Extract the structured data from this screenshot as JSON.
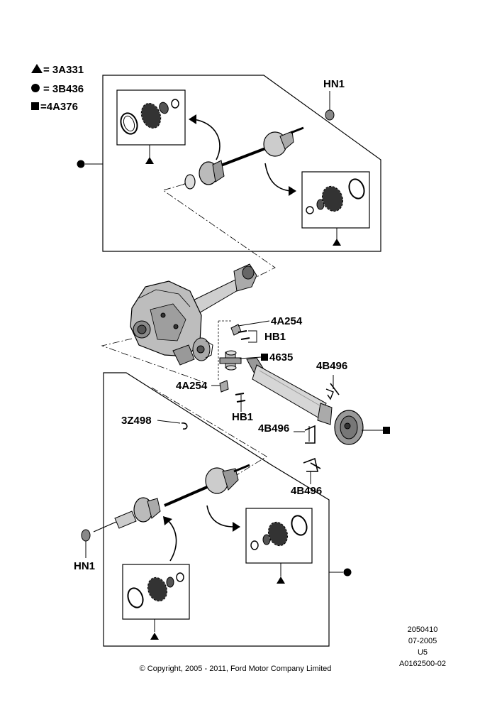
{
  "legend": [
    {
      "symbol": "triangle",
      "text": "= 3A331"
    },
    {
      "symbol": "circle",
      "text": "= 3B436"
    },
    {
      "symbol": "square",
      "text": "=4A376"
    }
  ],
  "callouts": {
    "hn1_top": "HN1",
    "a4254_top": "4A254",
    "hb1_top": "HB1",
    "p4635": "4635",
    "b4496_top": "4B496",
    "a4254_mid": "4A254",
    "hb1_mid": "HB1",
    "z3498": "3Z498",
    "b4496_mid": "4B496",
    "b4496_low": "4B496",
    "hn1_bottom": "HN1"
  },
  "reference": {
    "line1": "2050410",
    "line2": "07-2005",
    "line3": "U5",
    "line4": "A0162500-02"
  },
  "copyright": "© Copyright, 2005 - 2011, Ford Motor Company Limited"
}
